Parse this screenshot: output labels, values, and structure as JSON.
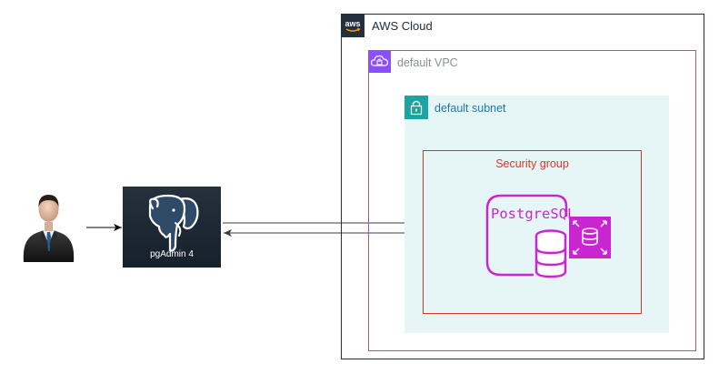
{
  "aws_cloud": {
    "label": "AWS Cloud",
    "logo_text": "aws",
    "border_color": "#232f3e"
  },
  "vpc": {
    "label": "default VPC",
    "border_color": "#8c4fff"
  },
  "subnet": {
    "label": "default subnet",
    "fill_color": "#e6f6f7",
    "icon_color": "#1ea4a0"
  },
  "security_group": {
    "label": "Security group",
    "border_color": "#dd3522"
  },
  "database": {
    "label": "PostgreSQL",
    "color": "#c925d1",
    "icon": "rds-postgresql-icon"
  },
  "client": {
    "label": "pgAdmin 4",
    "icon": "postgresql-elephant-icon"
  },
  "user": {
    "icon": "businessman-icon"
  }
}
